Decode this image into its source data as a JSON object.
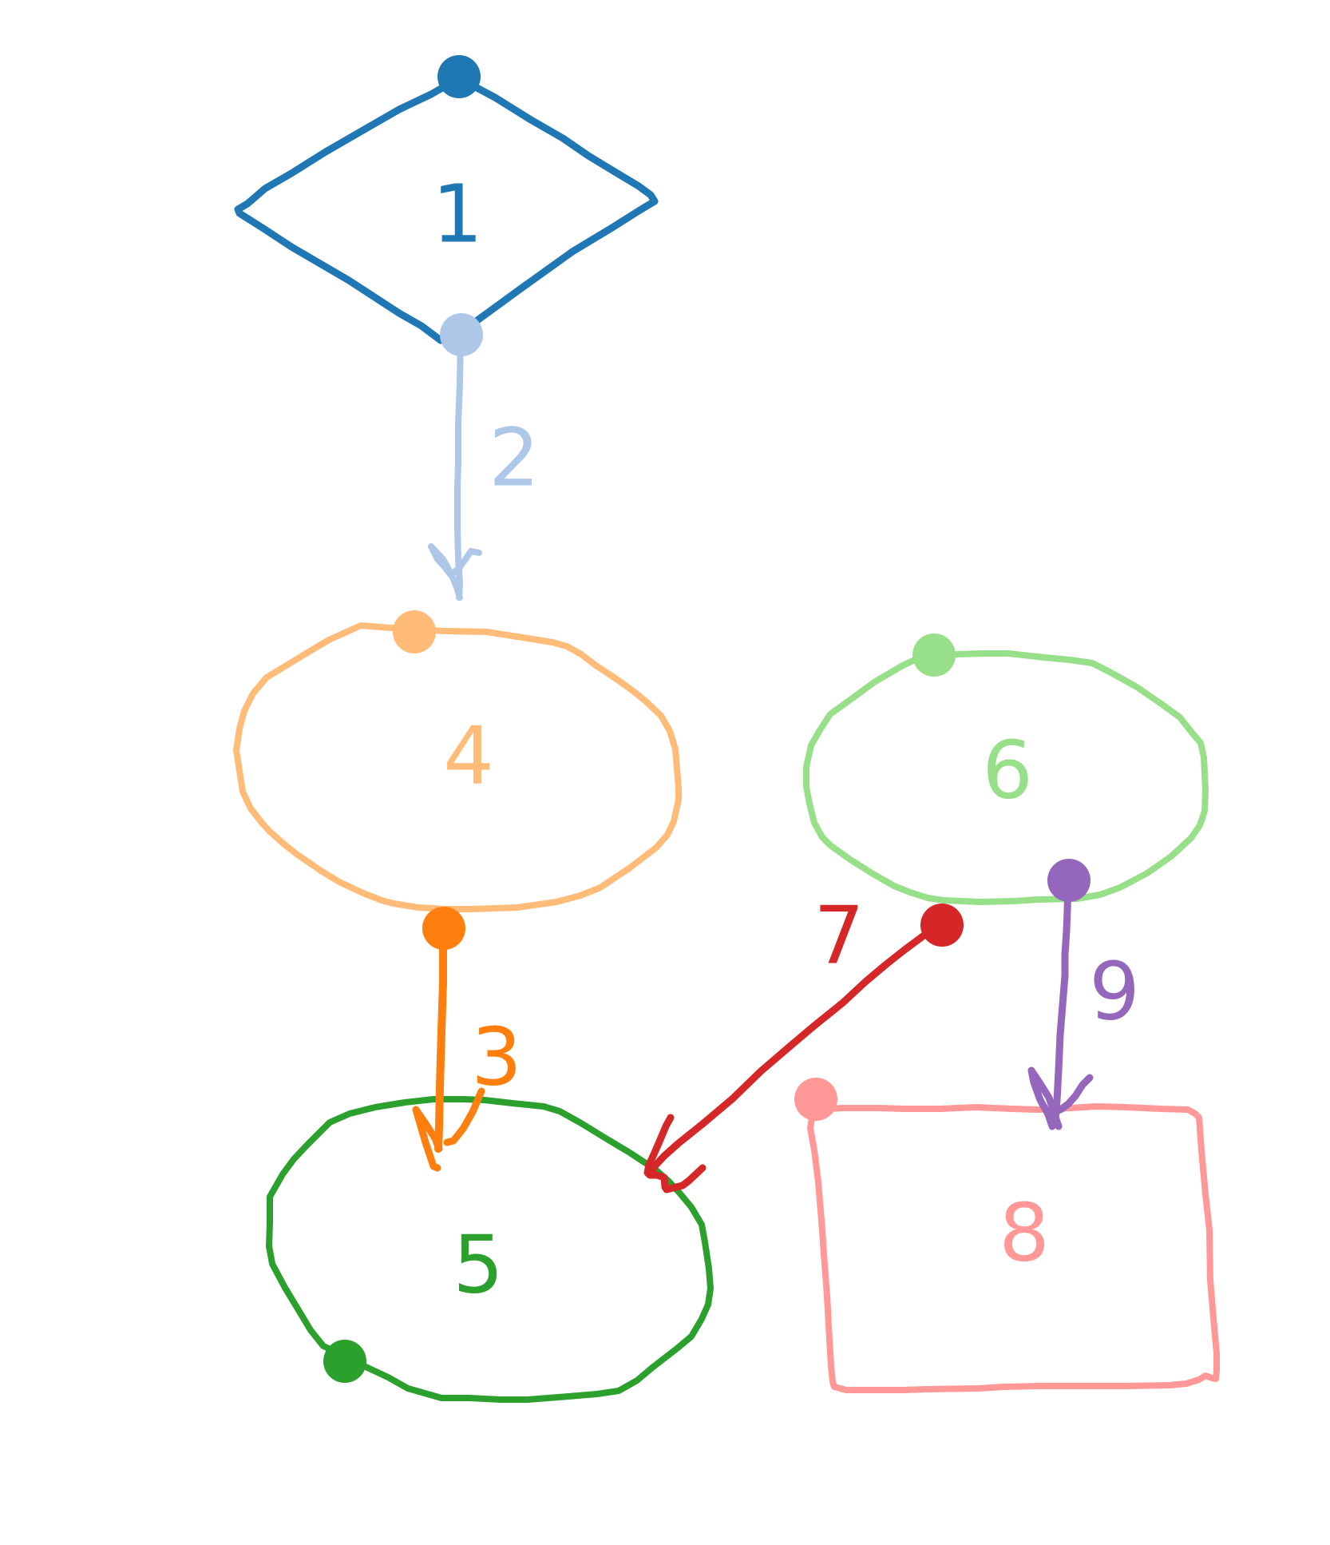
{
  "nodes": [
    {
      "id": "1",
      "label": "1",
      "shape": "diamond",
      "color": "#1f77b4"
    },
    {
      "id": "4",
      "label": "4",
      "shape": "ellipse",
      "color": "#ffbb78"
    },
    {
      "id": "5",
      "label": "5",
      "shape": "ellipse",
      "color": "#2ca02c"
    },
    {
      "id": "6",
      "label": "6",
      "shape": "ellipse",
      "color": "#98df8a"
    },
    {
      "id": "8",
      "label": "8",
      "shape": "rectangle",
      "color": "#ff9896"
    }
  ],
  "edges": [
    {
      "id": "2",
      "label": "2",
      "from": "1",
      "to": "4",
      "color": "#aec7e8"
    },
    {
      "id": "3",
      "label": "3",
      "from": "4",
      "to": "5",
      "color": "#ff7f0e"
    },
    {
      "id": "7",
      "label": "7",
      "from": "6",
      "to": "5",
      "color": "#d62728"
    },
    {
      "id": "9",
      "label": "9",
      "from": "6",
      "to": "8",
      "color": "#9467bd"
    }
  ]
}
